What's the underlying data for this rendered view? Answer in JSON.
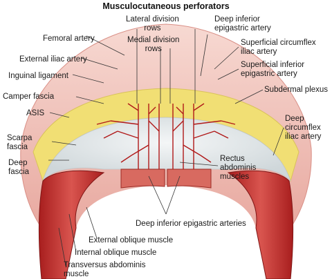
{
  "title": "Musculocutaneous perforators",
  "labels": {
    "lateral_division_rows": "Lateral division\nrows",
    "medial_division_rows": "Medial division\nrows",
    "deep_inferior_epigastric_artery": "Deep inferior\nepigastric artery",
    "femoral_artery": "Femoral artery",
    "external_iliac_artery": "External iliac artery",
    "inguinal_ligament": "Inguinal ligament",
    "superficial_circumflex_iliac_artery": "Superficial circumflex\niliac artery",
    "superficial_inferior_epigastric_artery": "Superficial inferior\nepigastric artery",
    "camper_fascia": "Camper fascia",
    "subdermal_plexus": "Subdermal plexus",
    "asis": "ASIS",
    "deep_circumflex_iliac_artery": "Deep\ncircumflex\niliac artery",
    "scarpa_fascia": "Scarpa\nfascia",
    "deep_fascia": "Deep\nfascia",
    "rectus_abdominis_muscles": "Rectus\nabdominis\nmuscles",
    "deep_inferior_epigastric_arteries": "Deep inferior epigastric arteries",
    "external_oblique_muscle": "External oblique muscle",
    "internal_oblique_muscle": "Internal oblique muscle",
    "transversus_abdominis_muscle": "Transversus abdominis\nmuscle"
  },
  "colors": {
    "skin": "#f0c2b8",
    "camper_fat": "#f3e27a",
    "scarpa": "#e9eef0",
    "muscle": "#c9302c",
    "vessel": "#b01818"
  }
}
